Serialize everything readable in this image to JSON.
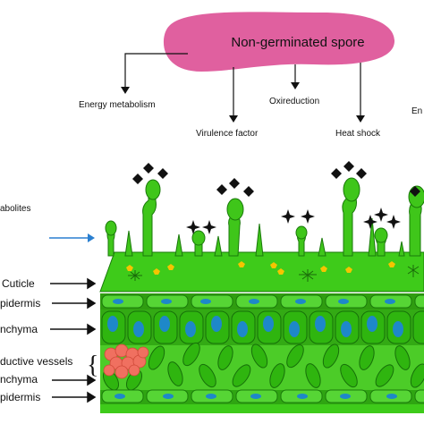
{
  "spore": {
    "label": "Non-germinated spore",
    "color": "#e0609f",
    "outputs": [
      "Energy metabolism",
      "Virulence factor",
      "Oxireduction",
      "Heat shock",
      "En"
    ]
  },
  "metabolites_label": "abolites",
  "layers": {
    "cuticle": "Cuticle",
    "upper_epidermis": "pidermis",
    "palisade": "nchyma",
    "vessels": "ductive vessels",
    "spongy": "nchyma",
    "lower_epidermis": "pidermis"
  },
  "colors": {
    "leaf_green": "#33bb11",
    "leaf_dark": "#1a7a0a",
    "nucleus": "#1e88c9",
    "vessel": "#f07060",
    "arrow_blue": "#2a7fd0",
    "yellow": "#f5c400"
  }
}
